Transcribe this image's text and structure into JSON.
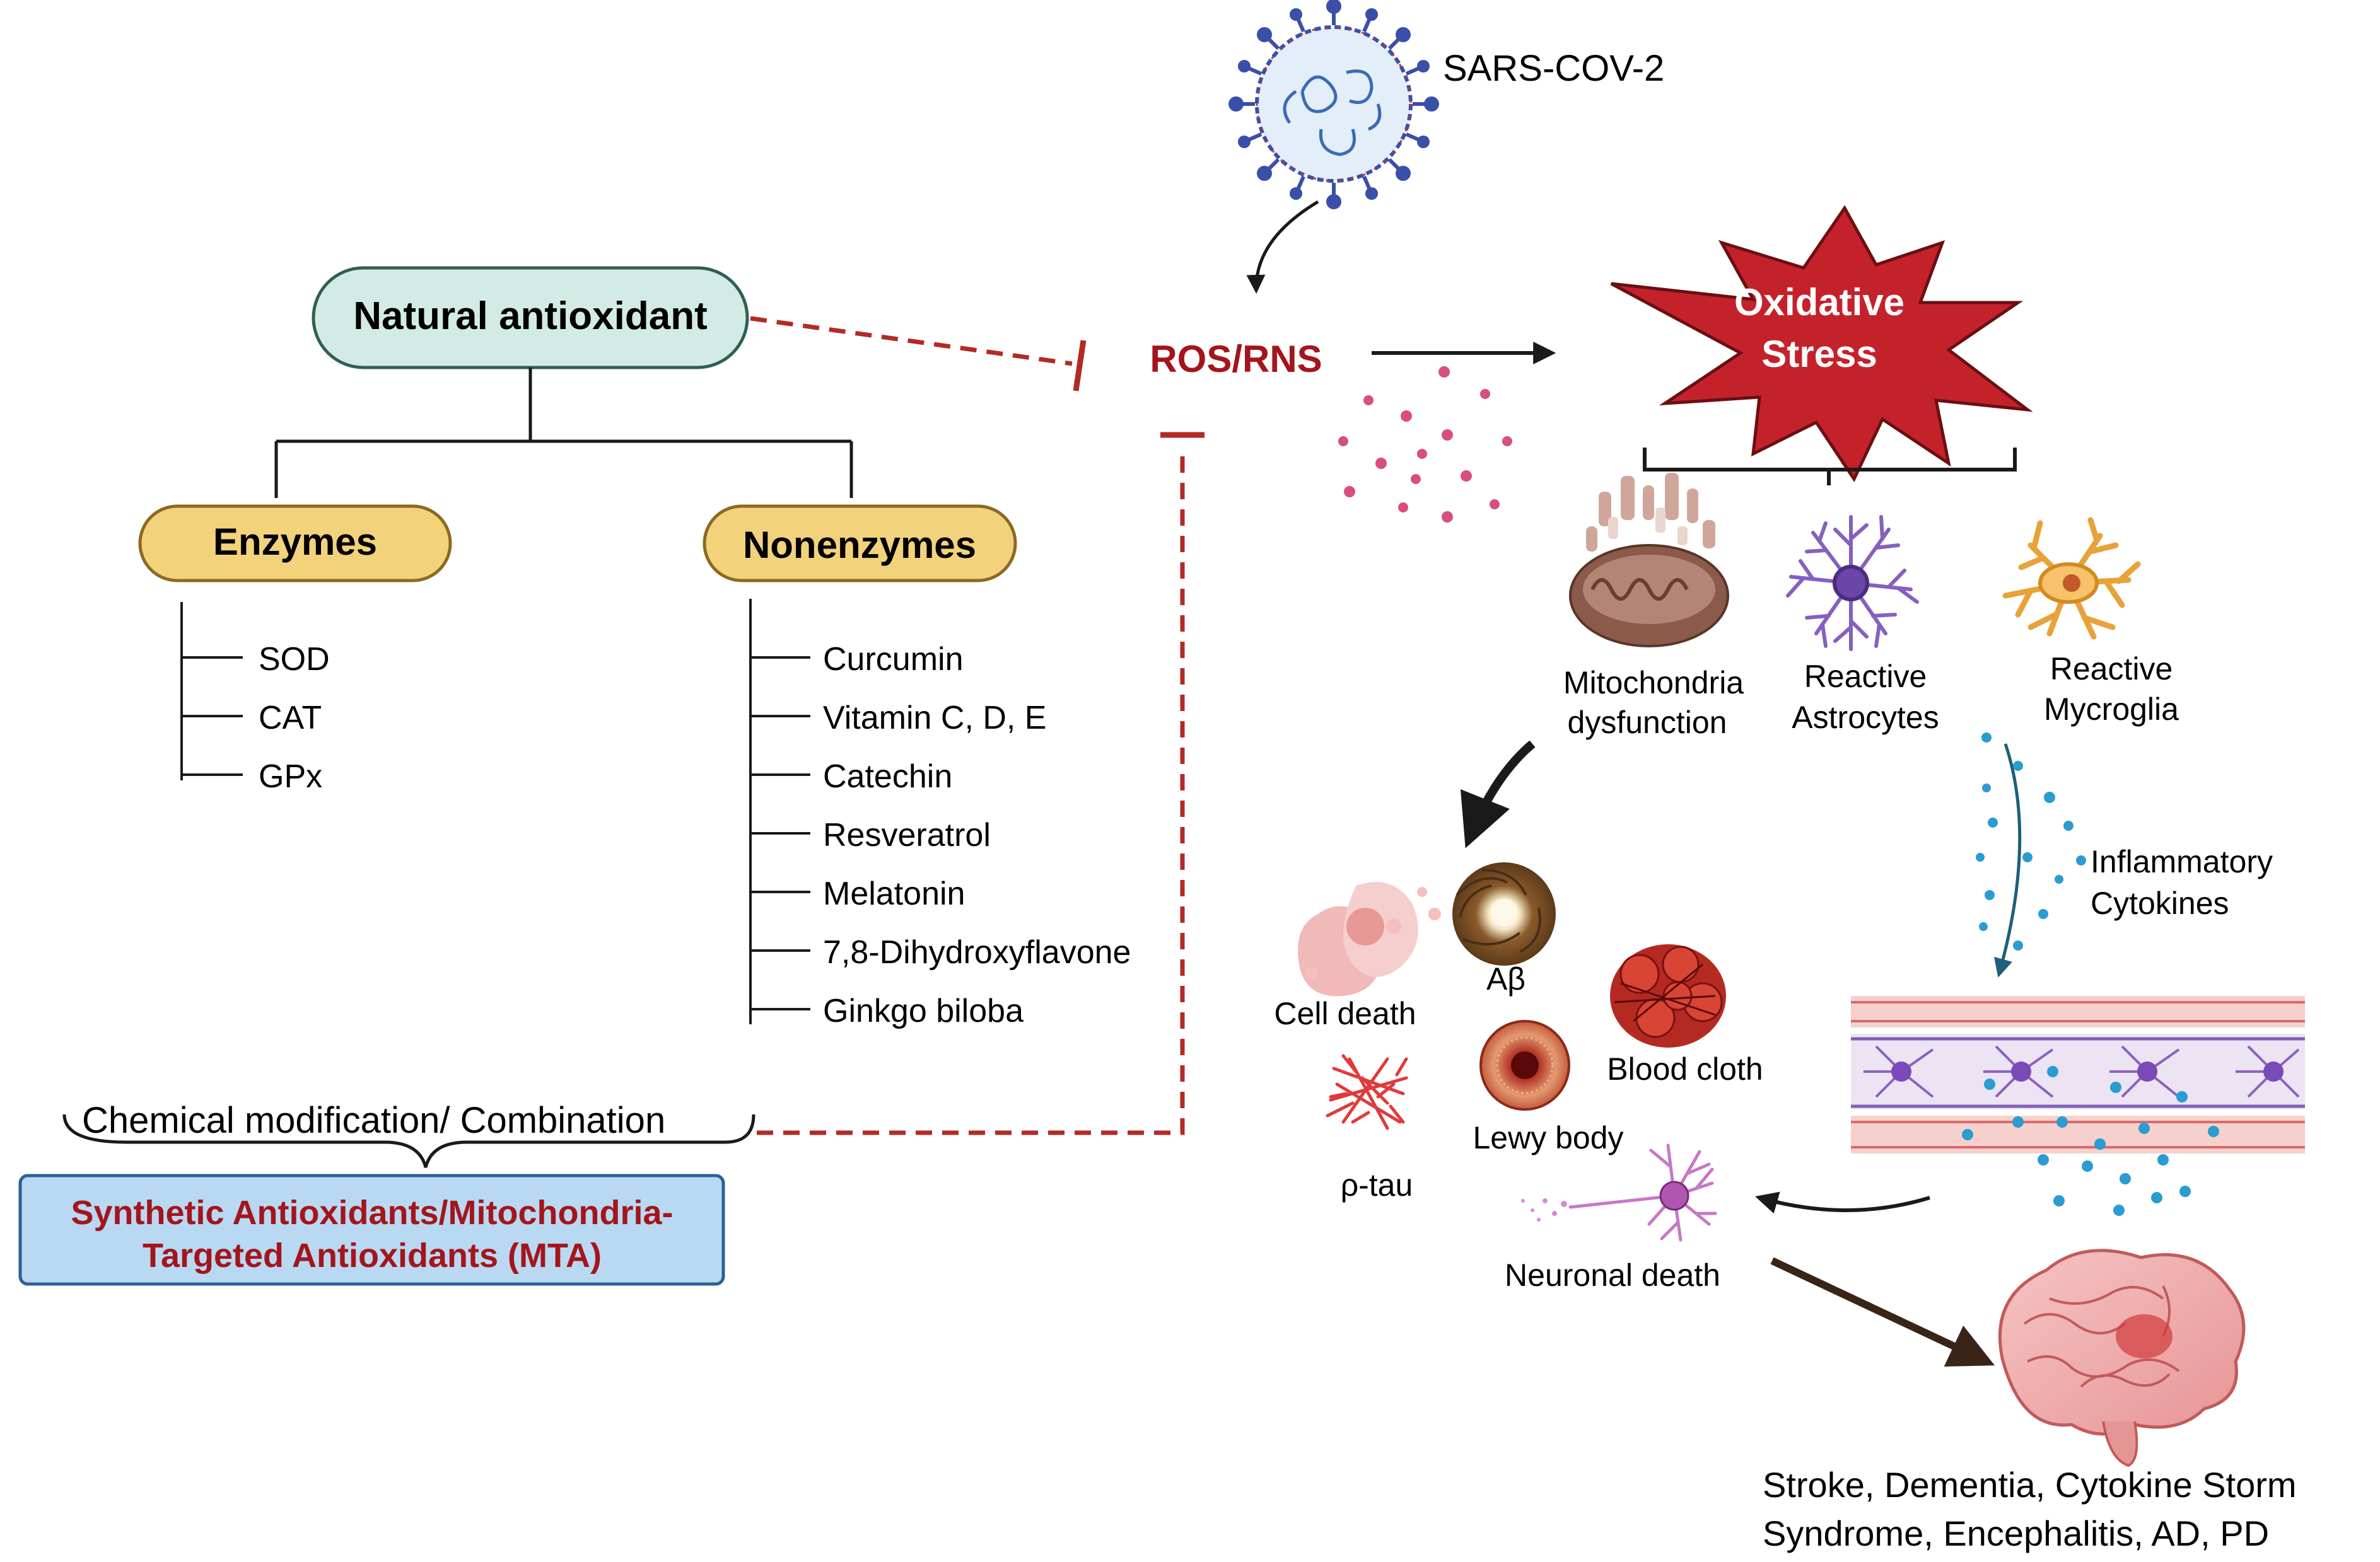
{
  "colors": {
    "accent_red": "#a4151b",
    "dash_red": "#b32a24",
    "natural_fill": "#d3ebe5",
    "natural_stroke": "#2f5f55",
    "pill_fill": "#f3d27c",
    "pill_stroke": "#8a6a22",
    "synthetic_fill": "#b9d9f3",
    "synthetic_stroke": "#2d5f98",
    "star_fill": "#c4222b",
    "text": "#1a1a1a"
  },
  "virus": {
    "label": "SARS-COV-2",
    "icon": "virus-icon"
  },
  "natural": {
    "title": "Natural antioxidant"
  },
  "enzymes": {
    "title": "Enzymes",
    "items": [
      "SOD",
      "CAT",
      "GPx"
    ]
  },
  "nonenzymes": {
    "title": "Nonenzymes",
    "items": [
      "Curcumin",
      "Vitamin C, D, E",
      "Catechin",
      "Resveratrol",
      "Melatonin",
      "7,8-Dihydroxyflavone",
      "Ginkgo biloba"
    ]
  },
  "chemical": {
    "label": "Chemical modification/ Combination"
  },
  "synthetic": {
    "line1": "Synthetic Antioxidants/Mitochondria-",
    "line2": "Targeted Antioxidants (MTA)"
  },
  "ros": {
    "label": "ROS/RNS"
  },
  "oxidative": {
    "line1": "Oxidative",
    "line2": "Stress"
  },
  "effects": {
    "mito": {
      "line1": "Mitochondria",
      "line2": "dysfunction",
      "icon": "mitochondria-icon"
    },
    "astro": {
      "line1": "Reactive",
      "line2": "Astrocytes",
      "icon": "astrocyte-icon"
    },
    "micro": {
      "line1": "Reactive",
      "line2": "Mycroglia",
      "icon": "microglia-icon"
    }
  },
  "cytokines": {
    "line1": "Inflammatory",
    "line2": "Cytokines"
  },
  "pathology": {
    "cell_death": "Cell death",
    "abeta": "Aβ",
    "blood": "Blood cloth",
    "lewy": "Lewy body",
    "ptau": "ρ-tau"
  },
  "neuronal": {
    "label": "Neuronal death",
    "icon": "neuron-icon"
  },
  "outcome": {
    "line1": "Stroke, Dementia, Cytokine Storm",
    "line2": "Syndrome, Encephalitis, AD, PD",
    "icon": "brain-icon"
  }
}
